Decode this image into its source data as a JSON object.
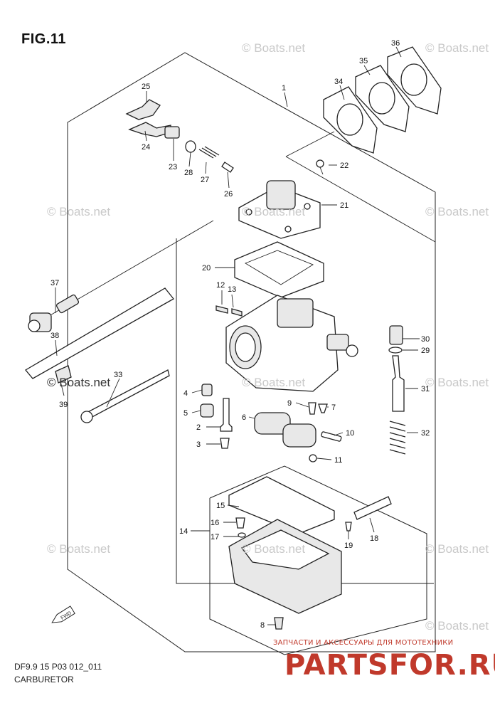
{
  "figure": {
    "title": "FIG.11",
    "code": "DF9.9 15 P03 012_011",
    "name": "CARBURETOR",
    "fwd_label": "FWD"
  },
  "watermarks": [
    "© Boats.net",
    "© Boats.net",
    "© Boats.net",
    "© Boats.net",
    "© Boats.net",
    "© Boats.net",
    "© Boats.net",
    "© Boats.net",
    "© Boats.net",
    "© Boats.net",
    "© Boats.net"
  ],
  "watermark_bold": "© Boats.net",
  "brand": {
    "tagline": "ЗАПЧАСТИ И АКСЕССУАРЫ ДЛЯ МОТОТЕХНИКИ",
    "name": "PARTSFOR.RU",
    "color": "#c0392b"
  },
  "callouts": [
    "1",
    "2",
    "3",
    "4",
    "5",
    "6",
    "7",
    "8",
    "9",
    "10",
    "11",
    "12",
    "13",
    "14",
    "15",
    "16",
    "17",
    "18",
    "19",
    "20",
    "21",
    "22",
    "23",
    "24",
    "25",
    "26",
    "27",
    "28",
    "29",
    "30",
    "31",
    "32",
    "33",
    "34",
    "35",
    "36",
    "37",
    "38",
    "39"
  ]
}
